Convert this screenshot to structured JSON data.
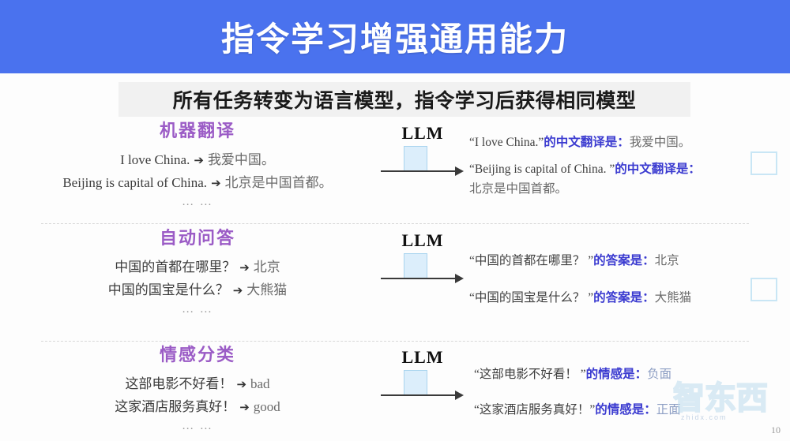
{
  "header": {
    "title": "指令学习增强通用能力",
    "background_color": "#4a72ee",
    "text_color": "#ffffff"
  },
  "subtitle": {
    "text": "所有任务转变为语言模型，指令学习后获得相同模型",
    "background_color": "#f1f1f1"
  },
  "colors": {
    "task_title_purple": "#9b5cc6",
    "instruction_blue": "#3b3bd0",
    "llm_box_fill": "#dceefb",
    "llm_box_border": "#a9d4ee",
    "output_box_border": "#c9e6f5",
    "divider": "#d8d8d8"
  },
  "llm_label": "LLM",
  "ellipsis": "… …",
  "sections": [
    {
      "task_title": "机器翻译",
      "examples": [
        {
          "source": "I love China.",
          "arrow": "➔",
          "target": "我爱中国。"
        },
        {
          "source": "Beijing is capital of China.",
          "arrow": "➔",
          "target": "北京是中国首都。"
        }
      ],
      "outputs": [
        {
          "quoted": "“I love China.”",
          "instruction": "的中文翻译是",
          "separator": "：",
          "answer": "我爱中国。"
        },
        {
          "quoted": "“Beijing is capital of China. ”",
          "instruction": "的中文翻译是",
          "separator": "：",
          "answer": "北京是中国首都。"
        }
      ]
    },
    {
      "task_title": "自动问答",
      "examples": [
        {
          "source": "中国的首都在哪里？",
          "arrow": "➔",
          "target": "北京"
        },
        {
          "source": "中国的国宝是什么？",
          "arrow": "➔",
          "target": "大熊猫"
        }
      ],
      "outputs": [
        {
          "quoted": "“中国的首都在哪里？ ”",
          "instruction": "的答案是",
          "separator": "：",
          "answer": "北京"
        },
        {
          "quoted": "“中国的国宝是什么？ ”",
          "instruction": "的答案是",
          "separator": "：",
          "answer": "大熊猫"
        }
      ]
    },
    {
      "task_title": "情感分类",
      "examples": [
        {
          "source": "这部电影不好看！",
          "arrow": "➔",
          "target": "bad"
        },
        {
          "source": "这家酒店服务真好！",
          "arrow": "➔",
          "target": "good"
        }
      ],
      "outputs": [
        {
          "quoted": "“这部电影不好看！ ”",
          "instruction": "的情感是",
          "separator": "：",
          "answer": "负面"
        },
        {
          "quoted": "“这家酒店服务真好！”",
          "instruction": "的情感是",
          "separator": "：",
          "answer": "正面"
        }
      ]
    }
  ],
  "watermark": {
    "text": "智东西",
    "domain": "zhidx.com"
  },
  "page_number": "10"
}
